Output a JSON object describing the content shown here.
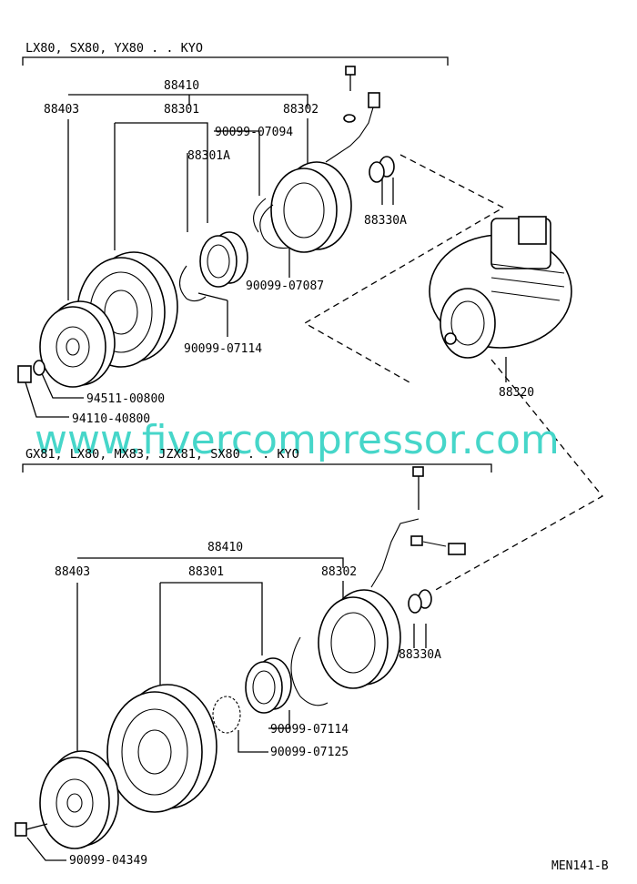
{
  "upper": {
    "header": "LX80, SX80, YX80 . . KYO",
    "labels": {
      "assy_clutch": "88410",
      "hub": "88403",
      "pulley": "88301",
      "stator": "88302",
      "snap_ring_top": "90099-07094",
      "bearing": "88301A",
      "snap_ring_mid": "90099-07087",
      "snap_ring_low": "90099-07114",
      "shim": "88330A",
      "washer": "94511-00800",
      "nut": "94110-40800",
      "compressor": "88320"
    }
  },
  "lower": {
    "header": "GX81, LX80, MX83, JZX81, SX80 . . KYO",
    "labels": {
      "assy_clutch": "88410",
      "hub": "88403",
      "pulley": "88301",
      "stator": "88302",
      "shim": "88330A",
      "snap_ring_a": "90099-07114",
      "snap_ring_b": "90099-07125",
      "bolt": "90099-04349"
    }
  },
  "watermark": "www.fivercompressor.com",
  "figure_code": "MEN141-B",
  "colors": {
    "watermark": "#46d6c9",
    "line": "#000000"
  }
}
